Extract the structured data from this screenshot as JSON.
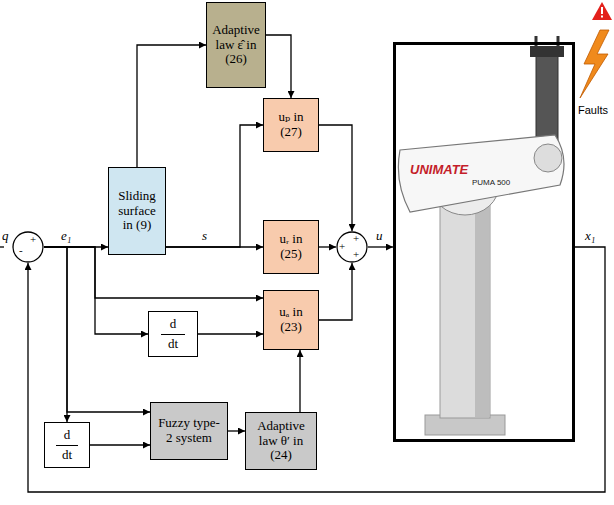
{
  "diagram": {
    "nodes": [
      {
        "text": [
          "Adaptive law ε̂ in (26)"
        ]
      },
      {
        "text": [
          "uₚ in (27)"
        ]
      },
      {
        "text": [
          "Sliding surface in (9)"
        ]
      },
      {
        "text": [
          "+",
          "-"
        ]
      },
      {
        "text": [
          "uᵣ in (25)"
        ]
      },
      {
        "text": [
          "+",
          "+",
          "+"
        ]
      },
      {
        "text": [
          "UNIMATE",
          "PUMA 500"
        ]
      },
      {
        "text": [
          "uₐ in (23)"
        ]
      },
      {
        "text": [
          "d",
          "dt"
        ]
      },
      {
        "text": [
          "Fuzzy type-2 system"
        ]
      },
      {
        "text": [
          "Adaptive law θ′ in (24)"
        ]
      },
      {
        "text": [
          "d",
          "dt"
        ]
      }
    ],
    "edges": [
      {
        "from": 3,
        "to": 2,
        "arrow": "to",
        "label": "e₁"
      },
      {
        "from": 2,
        "to": 0,
        "arrow": "to"
      },
      {
        "from": 0,
        "to": 1,
        "arrow": "to"
      },
      {
        "from": 2,
        "to": 1,
        "arrow": "to"
      },
      {
        "from": 2,
        "to": 4,
        "arrow": "to",
        "label": "s"
      },
      {
        "from": 1,
        "to": 5,
        "arrow": "to"
      },
      {
        "from": 4,
        "to": 5,
        "arrow": "to"
      },
      {
        "from": 7,
        "to": 5,
        "arrow": "to"
      },
      {
        "from": 5,
        "to": 6,
        "arrow": "to",
        "label": "u"
      },
      {
        "from": 6,
        "to": 3,
        "arrow": "to",
        "label": "x₁"
      },
      {
        "from": 3,
        "to": 7,
        "arrow": "to"
      },
      {
        "from": 3,
        "to": 8,
        "arrow": "to"
      },
      {
        "from": 8,
        "to": 7,
        "arrow": "to"
      },
      {
        "from": 3,
        "to": 9,
        "arrow": "to"
      },
      {
        "from": 3,
        "to": 11,
        "arrow": "to"
      },
      {
        "from": 11,
        "to": 9,
        "arrow": "to"
      },
      {
        "from": 9,
        "to": 10,
        "arrow": "to"
      },
      {
        "from": 10,
        "to": 7,
        "arrow": "to"
      }
    ],
    "labels": [
      "q",
      "Faults"
    ]
  }
}
